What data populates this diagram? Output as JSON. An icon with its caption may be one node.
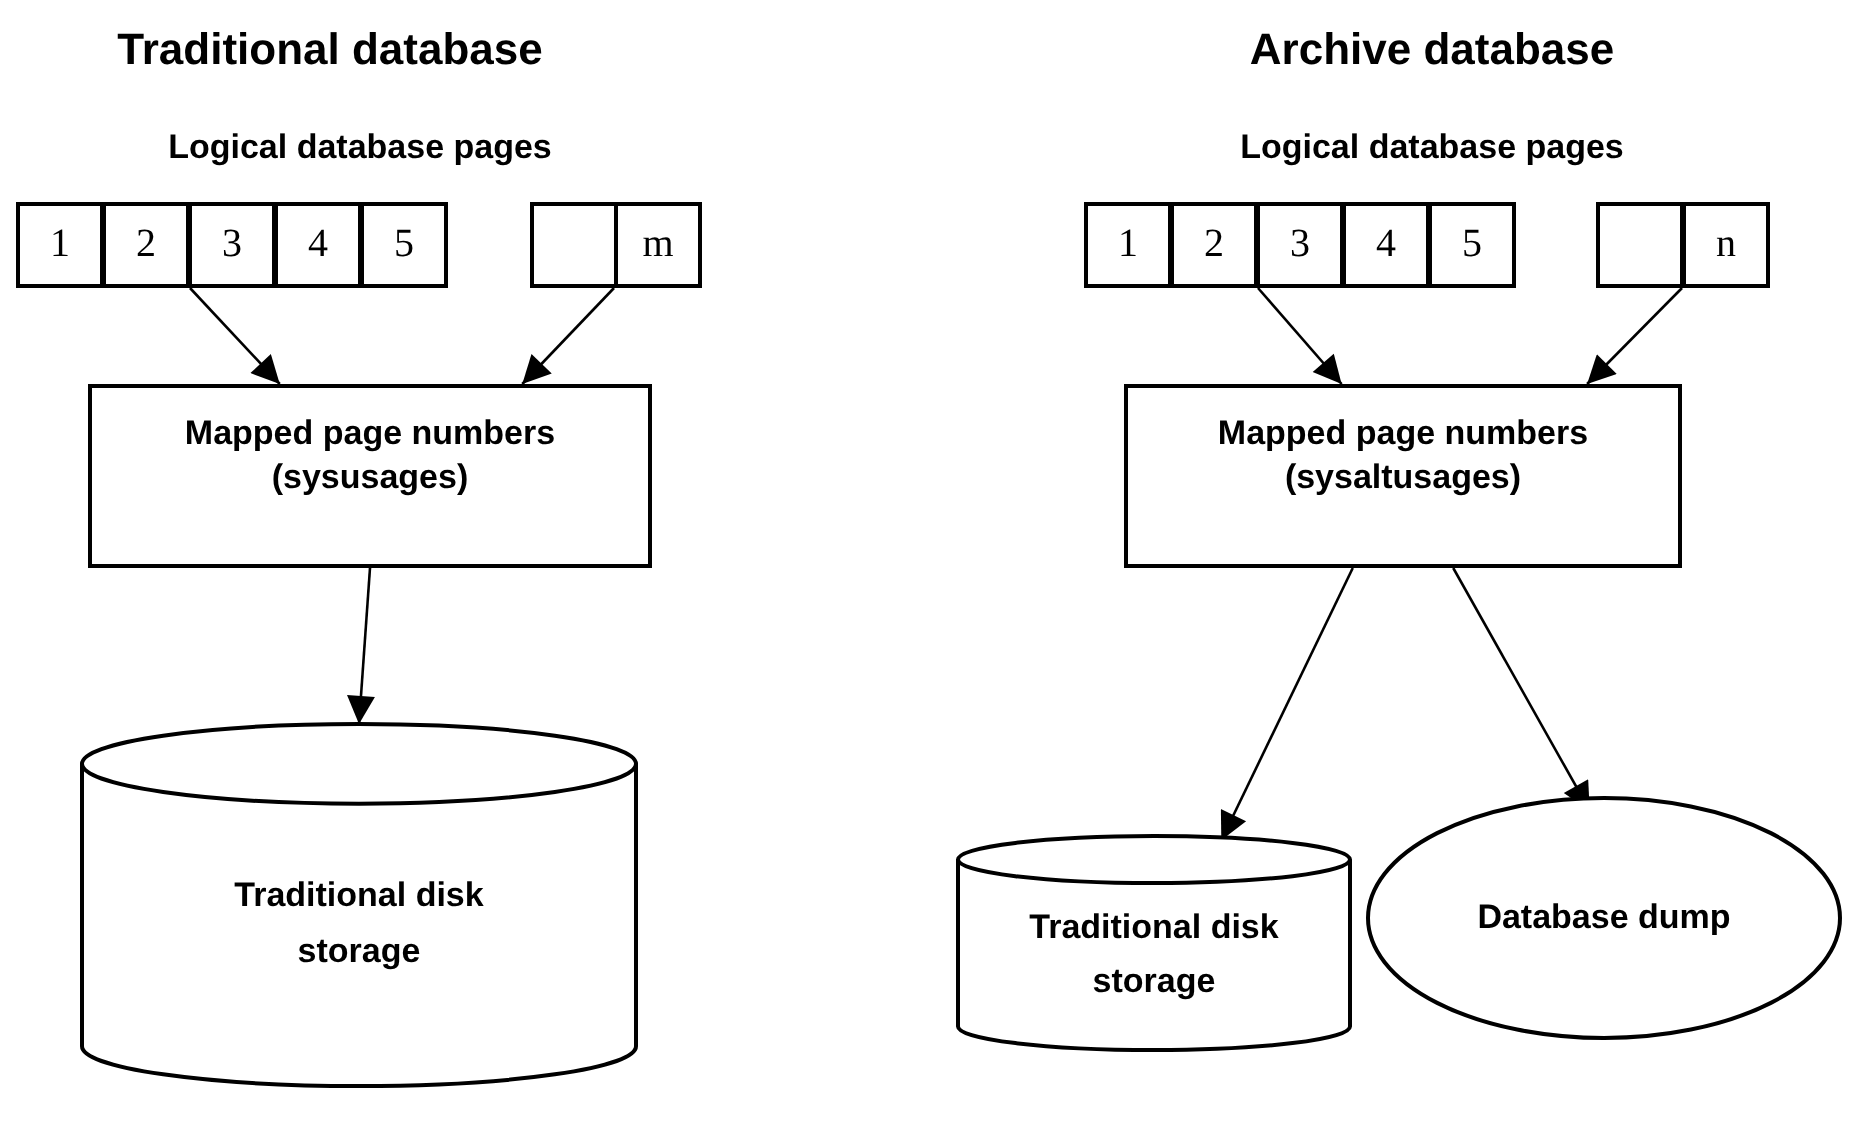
{
  "diagram": {
    "nodes": [
      {
        "text": [
          "1"
        ]
      },
      {
        "text": [
          "2"
        ]
      },
      {
        "text": [
          "3"
        ]
      },
      {
        "text": [
          "4"
        ]
      },
      {
        "text": [
          "5"
        ]
      },
      {
        "text": [],
        "shape": "box"
      },
      {
        "text": [
          "m"
        ]
      },
      {
        "text": [
          "Mapped page numbers (sysusages)"
        ]
      },
      {
        "text": [
          "Traditional disk storage"
        ]
      },
      {
        "text": [
          "1"
        ]
      },
      {
        "text": [
          "2"
        ]
      },
      {
        "text": [
          "3"
        ]
      },
      {
        "text": [
          "4"
        ]
      },
      {
        "text": [
          "5"
        ]
      },
      {
        "text": [],
        "shape": "box"
      },
      {
        "text": [
          "n"
        ]
      },
      {
        "text": [
          "Mapped page numbers (sysaltusages)"
        ]
      },
      {
        "text": [
          "Traditional disk storage"
        ]
      },
      {
        "text": [
          "Database dump"
        ]
      }
    ],
    "edges": [
      {
        "from": 1,
        "to": 7,
        "arrow": "to"
      },
      {
        "from": 6,
        "to": 7,
        "arrow": "to"
      },
      {
        "from": 7,
        "to": 8,
        "arrow": "to"
      },
      {
        "from": 10,
        "to": 16,
        "arrow": "to"
      },
      {
        "from": 15,
        "to": 16,
        "arrow": "to"
      },
      {
        "from": 16,
        "to": 17,
        "arrow": "to"
      },
      {
        "from": 16,
        "to": 18,
        "arrow": "to"
      }
    ],
    "labels": [
      "Traditional database",
      "Archive database",
      "Logical database pages",
      "Logical database pages"
    ]
  }
}
